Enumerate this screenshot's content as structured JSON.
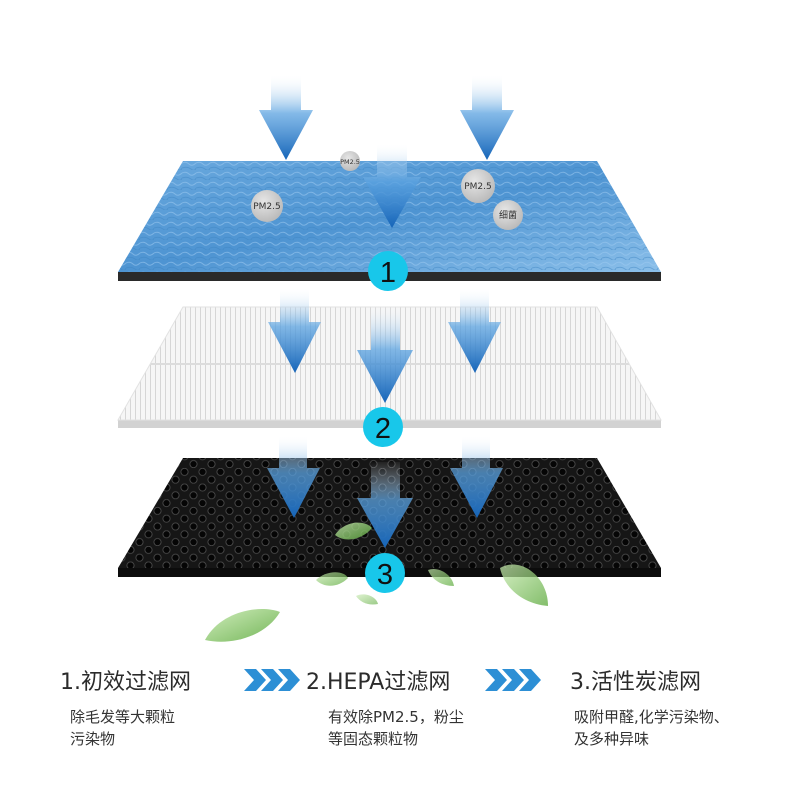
{
  "colors": {
    "arrow_blue": "#1a6fc4",
    "badge_cyan": "#18c7ea",
    "layer1_blue": "#5b9fd8",
    "layer2_white": "#f2f2f2",
    "layer3_black": "#1e1e1e",
    "leaf_green": "#7cc85a"
  },
  "layers": [
    {
      "number": "1",
      "material": "blue fibrous pre-filter"
    },
    {
      "number": "2",
      "material": "white pleated HEPA filter"
    },
    {
      "number": "3",
      "material": "black honeycomb activated carbon"
    }
  ],
  "particles": [
    {
      "label": "PM2.5"
    },
    {
      "label": "PM2.5"
    },
    {
      "label": "PM2.5"
    },
    {
      "label": "细菌"
    }
  ],
  "stages": [
    {
      "title": "1.初效过滤网",
      "desc_lines": [
        "除毛发等大颗粒",
        "污染物"
      ]
    },
    {
      "title": "2.HEPA过滤网",
      "desc_lines": [
        "有效除PM2.5，粉尘",
        "等固态颗粒物"
      ]
    },
    {
      "title": "3.活性炭滤网",
      "desc_lines": [
        "吸附甲醛,化学污染物、",
        "及多种异味"
      ]
    }
  ],
  "flow_icon": "triple-chevron-right-icon"
}
